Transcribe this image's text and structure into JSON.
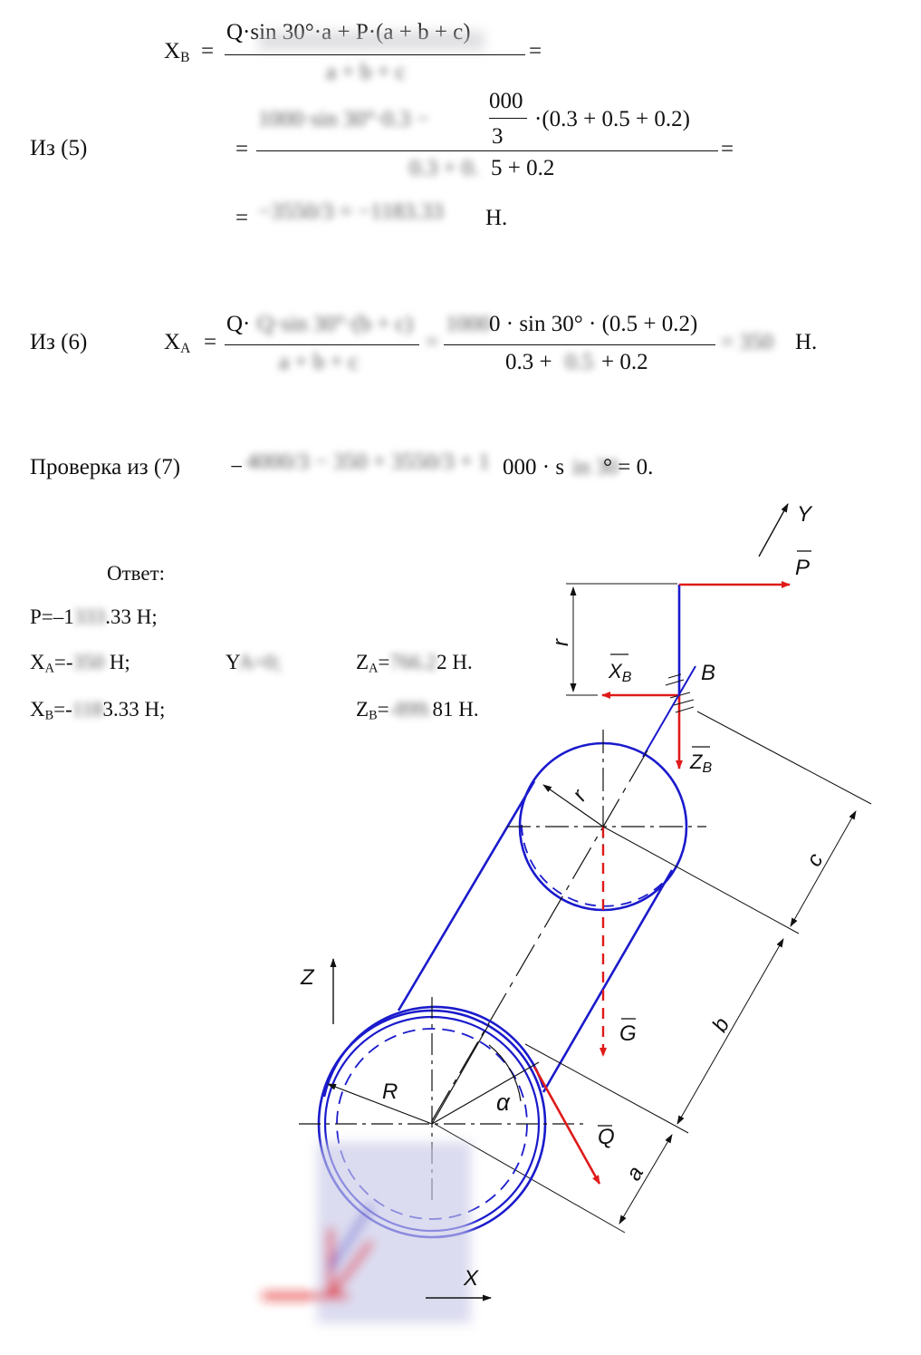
{
  "eq5": {
    "lhs_var": "X",
    "lhs_sub": "B",
    "eq_sign": "=",
    "num1": "Q·sin 30°·a + P·(a + b + c)",
    "den1": "a + b + c",
    "tail_eq": "=",
    "label": "Из (5)",
    "row2_eq": "=",
    "num2_a": "1000·sin 30°·0.3 −",
    "num2_b": "000",
    "num2_b_den": "3",
    "num2_c": "·(0.3 + 0.5 + 0.2)",
    "den2_a": "0.3 + 0.",
    "den2_b": "5 + 0.2",
    "row2_tail_eq": "=",
    "row3_eq": "=",
    "row3_val": "−3550/3 = −1183.33",
    "row3_unit": "Н."
  },
  "eq6": {
    "label": "Из (6)",
    "lhs_var": "X",
    "lhs_sub": "A",
    "eq_sign": "=",
    "num1": "Q·sin 30°·(b + c)",
    "den1": "a + b + c",
    "mid_eq": "=",
    "num2_blur": "1000",
    "num2": "0 · sin 30° · (0.5 + 0.2)",
    "den2_a": "0.3 +",
    "den2_blur": "0.5",
    "den2_b": "+ 0.2",
    "result": "= 350",
    "unit": "Н."
  },
  "eq7": {
    "label": "Проверка из (7)",
    "lead": "−",
    "blurred_terms": "4000/3 − 350 + 3550/3 + 1",
    "tail_a": "000 · s",
    "tail_blur": "in 30",
    "tail_b": "° = 0."
  },
  "answer": {
    "title": "Ответ:",
    "p_prefix": "P=–1",
    "p_blur": "333",
    "p_suffix": ".33 Н;",
    "xa_prefix": "X",
    "xa_sub": "A",
    "xa_eq": "=-",
    "xa_blur": "350",
    "xa_suffix": " Н;",
    "ya_prefix": "Y",
    "ya_blur": "A=0;",
    "za_prefix": "Z",
    "za_sub": "A",
    "za_eq": "=",
    "za_blur": "766.2",
    "za_suffix": "2 Н.",
    "xb_prefix": "X",
    "xb_sub": "B",
    "xb_eq": "=-",
    "xb_blur": "118",
    "xb_suffix": "3.33 Н;",
    "zb_prefix": "Z",
    "zb_sub": "B",
    "zb_eq": "=",
    "zb_blur": "-899.",
    "zb_suffix": "81 Н."
  },
  "diagram": {
    "axis_y": "Y",
    "axis_z": "Z",
    "axis_x": "X",
    "label_P": "P",
    "label_XB": "X",
    "label_XB_sub": "B",
    "label_ZB": "Z",
    "label_ZB_sub": "B",
    "label_B": "B",
    "label_r_top": "r",
    "label_r_circle": "r",
    "label_c": "c",
    "label_b": "b",
    "label_a": "a",
    "label_G": "G",
    "label_Q": "Q",
    "label_R": "R",
    "label_alpha": "α",
    "colors": {
      "blue": "#1a1acc",
      "red": "#e01a1a",
      "black": "#111111"
    }
  }
}
